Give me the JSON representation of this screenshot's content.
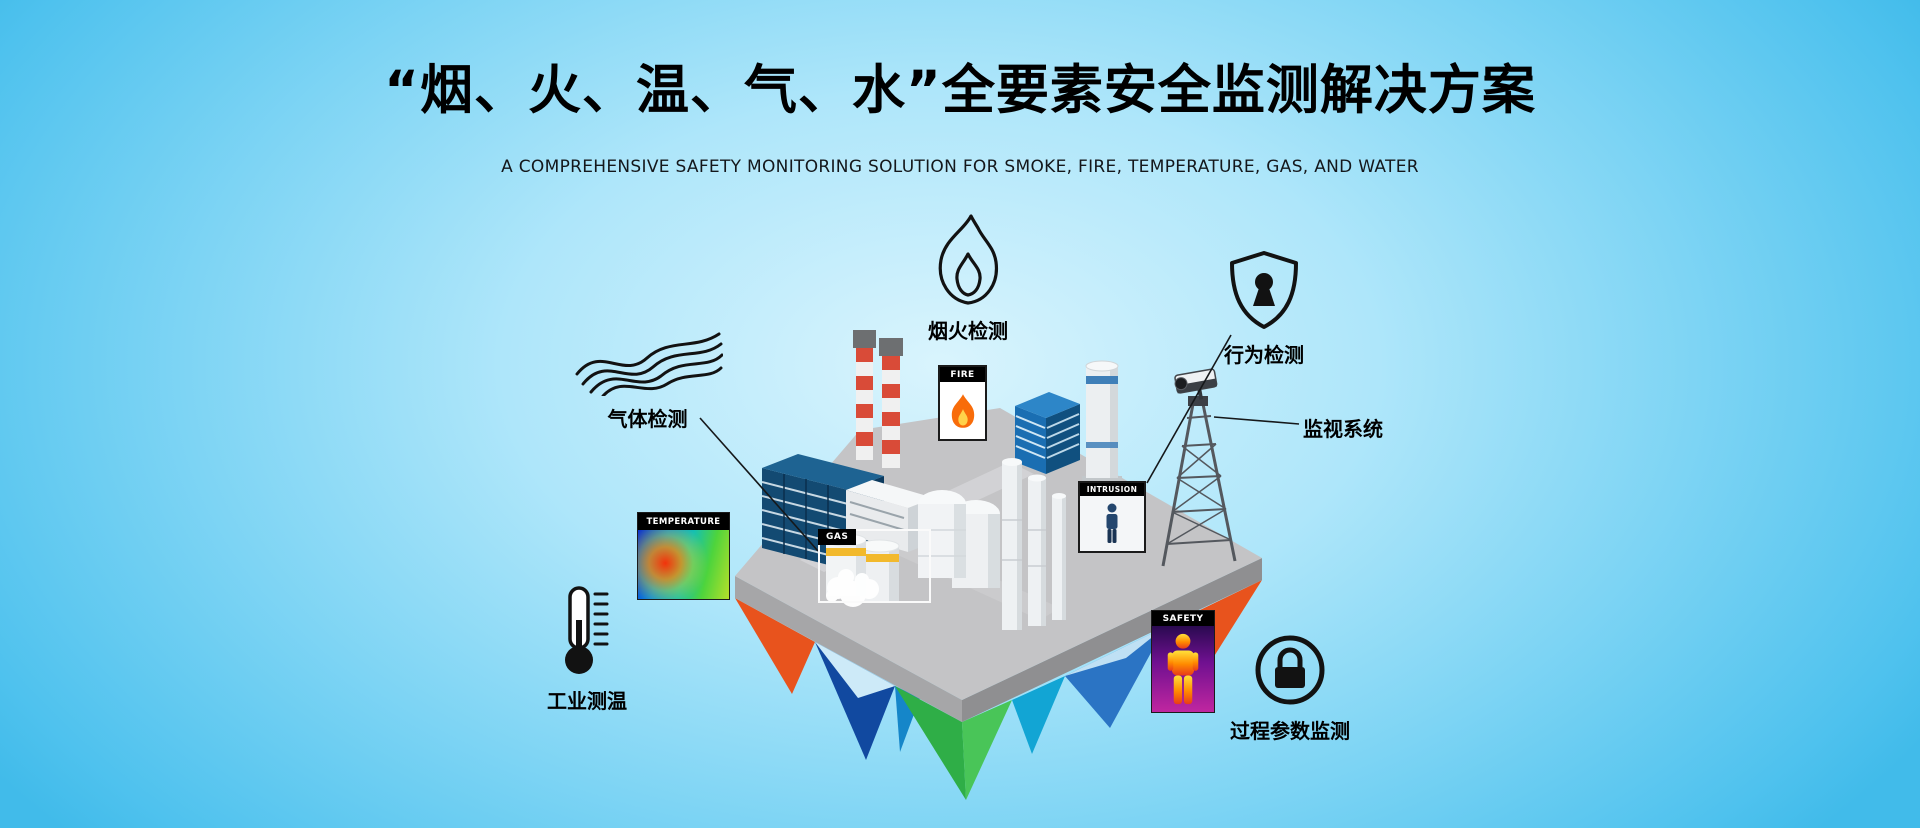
{
  "page": {
    "title": "“烟、火、温、气、水”全要素安全监测解决方案",
    "subtitle": "A COMPREHENSIVE SAFETY MONITORING SOLUTION FOR SMOKE, FIRE, TEMPERATURE, GAS, AND WATER"
  },
  "callouts": {
    "gas": {
      "label": "气体检测",
      "icon": "smoke-waves-icon"
    },
    "smoke_fire": {
      "label": "烟火检测",
      "icon": "flame-outline-icon"
    },
    "behavior": {
      "label": "行为检测",
      "icon": "shield-keyhole-icon"
    },
    "surveillance": {
      "label": "监视系统",
      "icon": "cctv-camera"
    },
    "industrial_temp": {
      "label": "工业测温",
      "icon": "thermometer-icon"
    },
    "process_params": {
      "label": "过程参数监测",
      "icon": "padlock-circle-icon"
    }
  },
  "tags": {
    "temperature": "TEMPERATURE",
    "fire": "FIRE",
    "gas": "GAS",
    "intrusion": "INTRUSION",
    "safety": "SAFETY"
  },
  "colors": {
    "sky_center": "#d9f4fd",
    "sky_edge": "#41bbea",
    "title_text": "#000000",
    "platform_gray": "#c4c4c6",
    "crystal_orange": "#e8531d",
    "crystal_dark_blue": "#1149a0",
    "crystal_blue": "#2b74c4",
    "crystal_teal": "#12a5d4",
    "crystal_green": "#2fae47",
    "chimney_red": "#d94b38",
    "tank_band_yellow": "#f2b92c",
    "tag_bar": "#000000",
    "tag_text": "#ffffff"
  }
}
